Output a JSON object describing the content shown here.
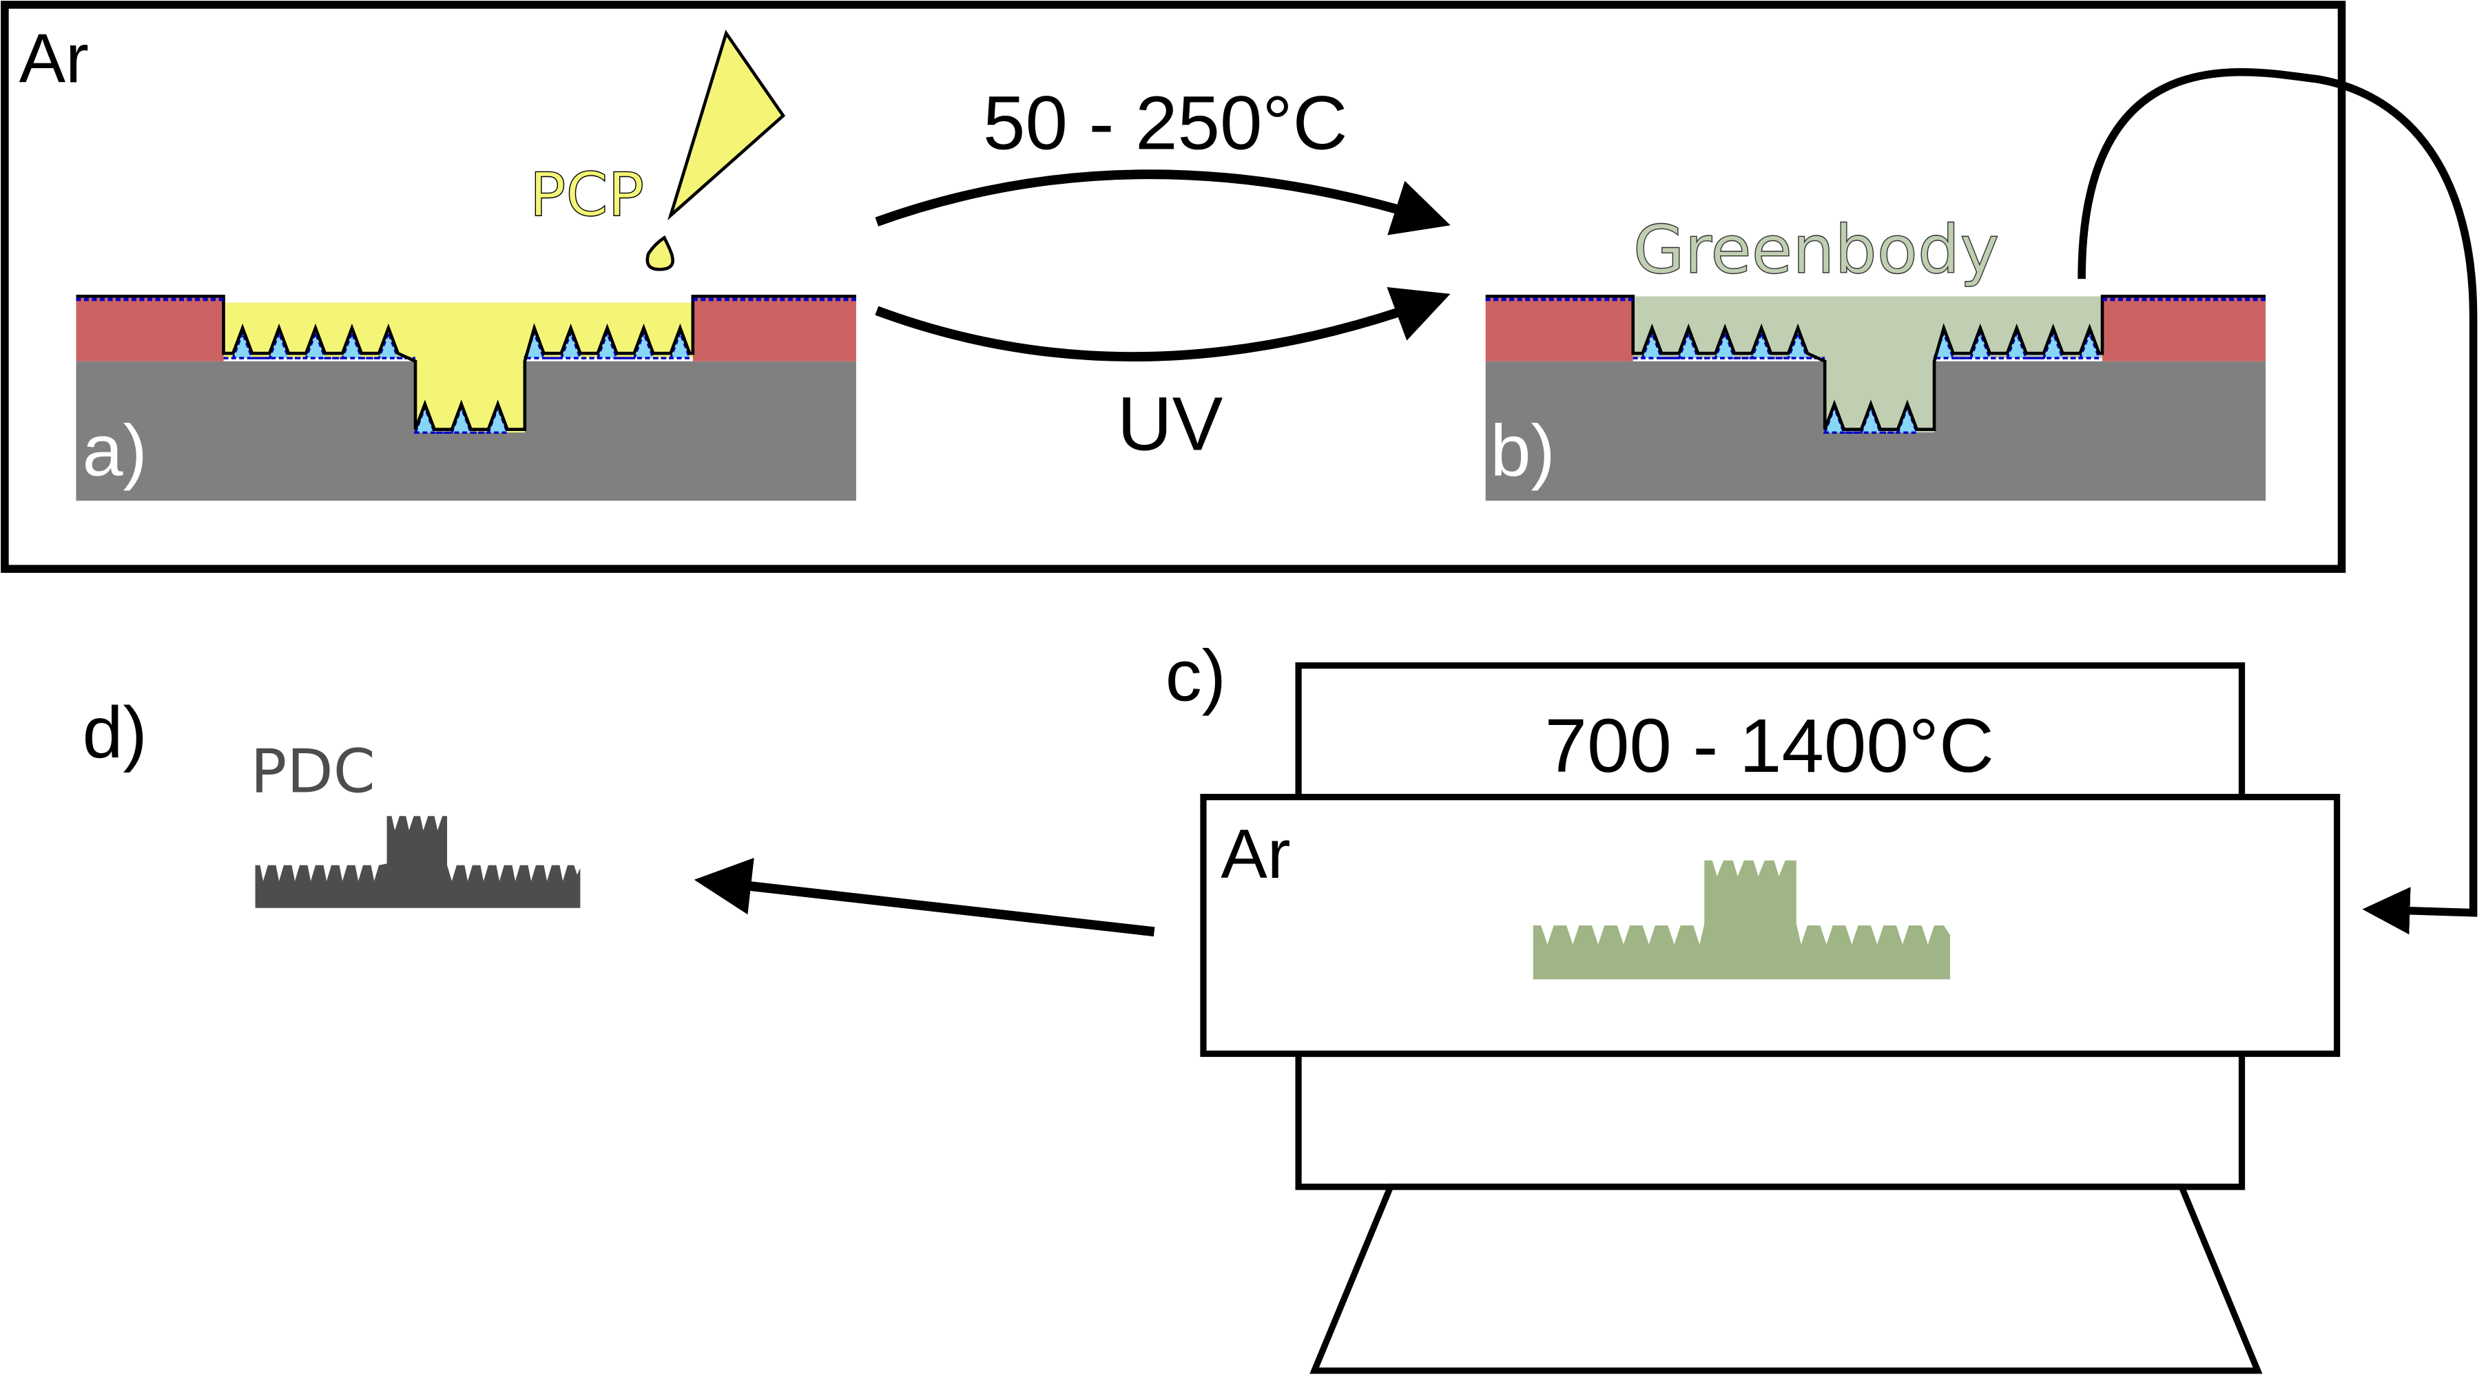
{
  "title": "Polymer-derived ceramic process flow",
  "colors": {
    "frame": "#000000",
    "mask": "#cd6262",
    "substrate": "#808080",
    "pcp": "#f4f577",
    "greenbody": "#c0cfb2",
    "greenbody_furnace": "#9fb585",
    "pdc": "#4d4d4d",
    "coating": "#87d6f5",
    "coating_dash": "#0000c8"
  },
  "panel_top": {
    "atmosphere_label": "Ar",
    "step_a": {
      "label": "a)",
      "material_label": "PCP"
    },
    "step_b": {
      "label": "b)",
      "material_label": "Greenbody"
    },
    "arrow_upper_label": "50 - 250°C",
    "arrow_lower_label": "UV"
  },
  "furnace": {
    "label": "c)",
    "temperature_label": "700 - 1400°C",
    "atmosphere_label": "Ar"
  },
  "result": {
    "label": "d)",
    "material_label": "PDC"
  }
}
